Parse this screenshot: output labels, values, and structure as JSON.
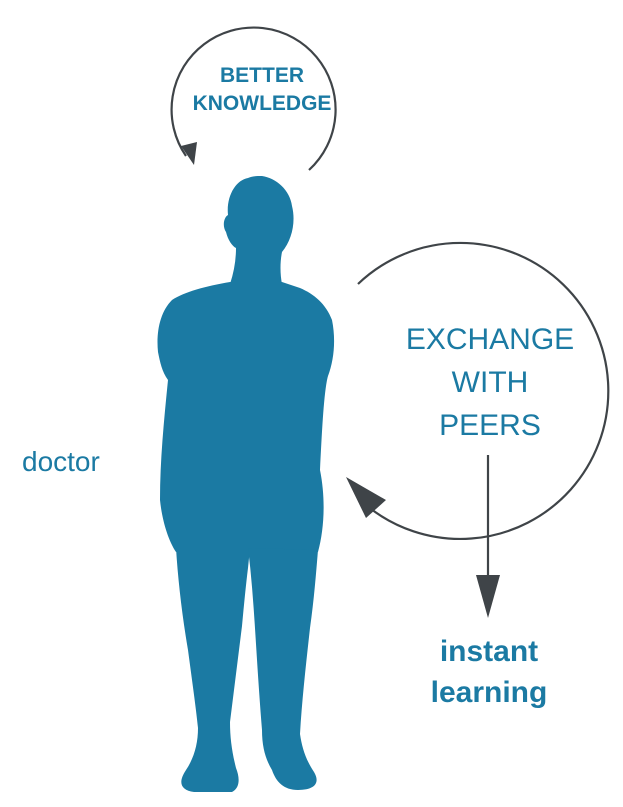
{
  "colors": {
    "figure": "#1b7aa3",
    "arrow": "#3f4448",
    "text": "#1b7aa3",
    "background": "#ffffff"
  },
  "top_loop": {
    "line1": "BETTER",
    "line2": "KNOWLEDGE"
  },
  "peer_loop": {
    "line1": "EXCHANGE",
    "line2": "WITH",
    "line3": "PEERS"
  },
  "person_label": "doctor",
  "outcome": {
    "line1": "instant",
    "line2": "learning"
  }
}
